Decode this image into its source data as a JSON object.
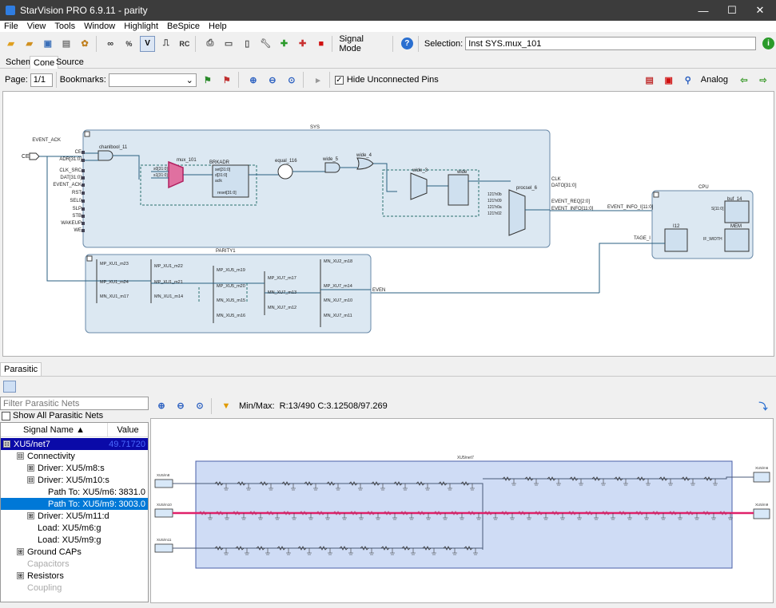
{
  "window": {
    "title": "StarVision PRO 6.9.11 - parity",
    "minimize": "—",
    "maximize": "☐",
    "close": "✕"
  },
  "menu": [
    "File",
    "View",
    "Tools",
    "Window",
    "Highlight",
    "BeSpice",
    "Help"
  ],
  "toolbar": {
    "signal_mode": "Signal Mode",
    "selection_label": "Selection:",
    "selection_value": "Inst SYS.mux_101",
    "v_btn": "V",
    "rc_btn": "RC"
  },
  "tabs": [
    "Schem",
    "Cone",
    "Source"
  ],
  "active_tab": "Cone",
  "toolbar2": {
    "page_label": "Page:",
    "page_value": "1/1",
    "bookmarks_label": "Bookmarks:",
    "hide_pins_label": "Hide Unconnected Pins",
    "analog_label": "Analog"
  },
  "schematic": {
    "sys": "SYS",
    "parity": "PARITY1",
    "cpu": "CPU",
    "ce": "CE",
    "left_ports": [
      "EVENT_ACK",
      "CE",
      "ADR[31:0]",
      "CLK_SRC",
      "DAT[31:0]",
      "EVENT_ACK",
      "RST",
      "SEL0",
      "SLP",
      "STB",
      "WAKEUP",
      "WE"
    ],
    "cells": [
      "chanlbool_11",
      "mux_101",
      "BRKADR",
      "equal_116",
      "wide_5",
      "wide_4",
      "wide_3",
      "wide",
      "procsel_6",
      "buf_14",
      "MEM",
      "I12"
    ],
    "right_ports": [
      "CLK",
      "DATO[31:0]",
      "EVENT_REQ[2:0]",
      "EVENT_INFO[11:0]"
    ],
    "cpu_ports": [
      "EVENT_INFO_I[11:0]",
      "TAGE_I",
      "S[11:0]",
      "IF_WIDTH"
    ],
    "transistors": [
      "MP_XU1_m23",
      "MP_XU1_m24",
      "MN_XU1_m17",
      "MP_XU1_m22",
      "MP_XU1_m21",
      "MN_XU1_m14",
      "MP_XU5_m19",
      "MP_XU5_m20",
      "MN_XU5_m15",
      "MN_XU5_m16",
      "MP_XU7_m17",
      "MN_XU7_m13",
      "MN_XU7_m12",
      "MN_XU2_m18",
      "MP_XU7_m14",
      "MN_XU7_m10",
      "MN_XU7_m11"
    ],
    "even": "EVEN"
  },
  "parasitic_tab": "Parasitic",
  "left": {
    "filter_placeholder": "Filter Parasitic Nets",
    "show_all": "Show All Parasitic Nets",
    "col_signal": "Signal Name ▲",
    "col_value": "Value",
    "top_row": {
      "name": "XU5/net7",
      "value": "49.71720"
    },
    "rows": [
      {
        "indent": 1,
        "ex": "⊟",
        "name": "Connectivity",
        "value": "",
        "style": ""
      },
      {
        "indent": 2,
        "ex": "⊞",
        "name": "Driver: XU5/m8:s",
        "value": "",
        "style": ""
      },
      {
        "indent": 2,
        "ex": "⊟",
        "name": "Driver: XU5/m10:s",
        "value": "",
        "style": ""
      },
      {
        "indent": 3,
        "ex": "",
        "name": "Path To: XU5/m6:",
        "value": "3831.0",
        "style": ""
      },
      {
        "indent": 3,
        "ex": "",
        "name": "Path To: XU5/m9:",
        "value": "3003.0",
        "style": "sel"
      },
      {
        "indent": 2,
        "ex": "⊞",
        "name": "Driver: XU5/m11:d",
        "value": "",
        "style": ""
      },
      {
        "indent": 2,
        "ex": "",
        "name": "Load: XU5/m6:g",
        "value": "",
        "style": ""
      },
      {
        "indent": 2,
        "ex": "",
        "name": "Load: XU5/m9:g",
        "value": "",
        "style": ""
      },
      {
        "indent": 1,
        "ex": "⊞",
        "name": "Ground CAPs",
        "value": "",
        "style": ""
      },
      {
        "indent": 1,
        "ex": "",
        "name": "Capacitors",
        "value": "",
        "style": "dim"
      },
      {
        "indent": 1,
        "ex": "⊞",
        "name": "Resistors",
        "value": "",
        "style": ""
      },
      {
        "indent": 1,
        "ex": "",
        "name": "Coupling",
        "value": "",
        "style": "dim"
      }
    ]
  },
  "right": {
    "minmax_label": "Min/Max:",
    "minmax_value": "R:13/490  C:3.12508/97.269",
    "net_title": "XU5/net7",
    "pins": [
      "XU5/m8",
      "XU5/m10",
      "XU5/m11",
      "XU5/m6",
      "XU5/m9"
    ]
  }
}
